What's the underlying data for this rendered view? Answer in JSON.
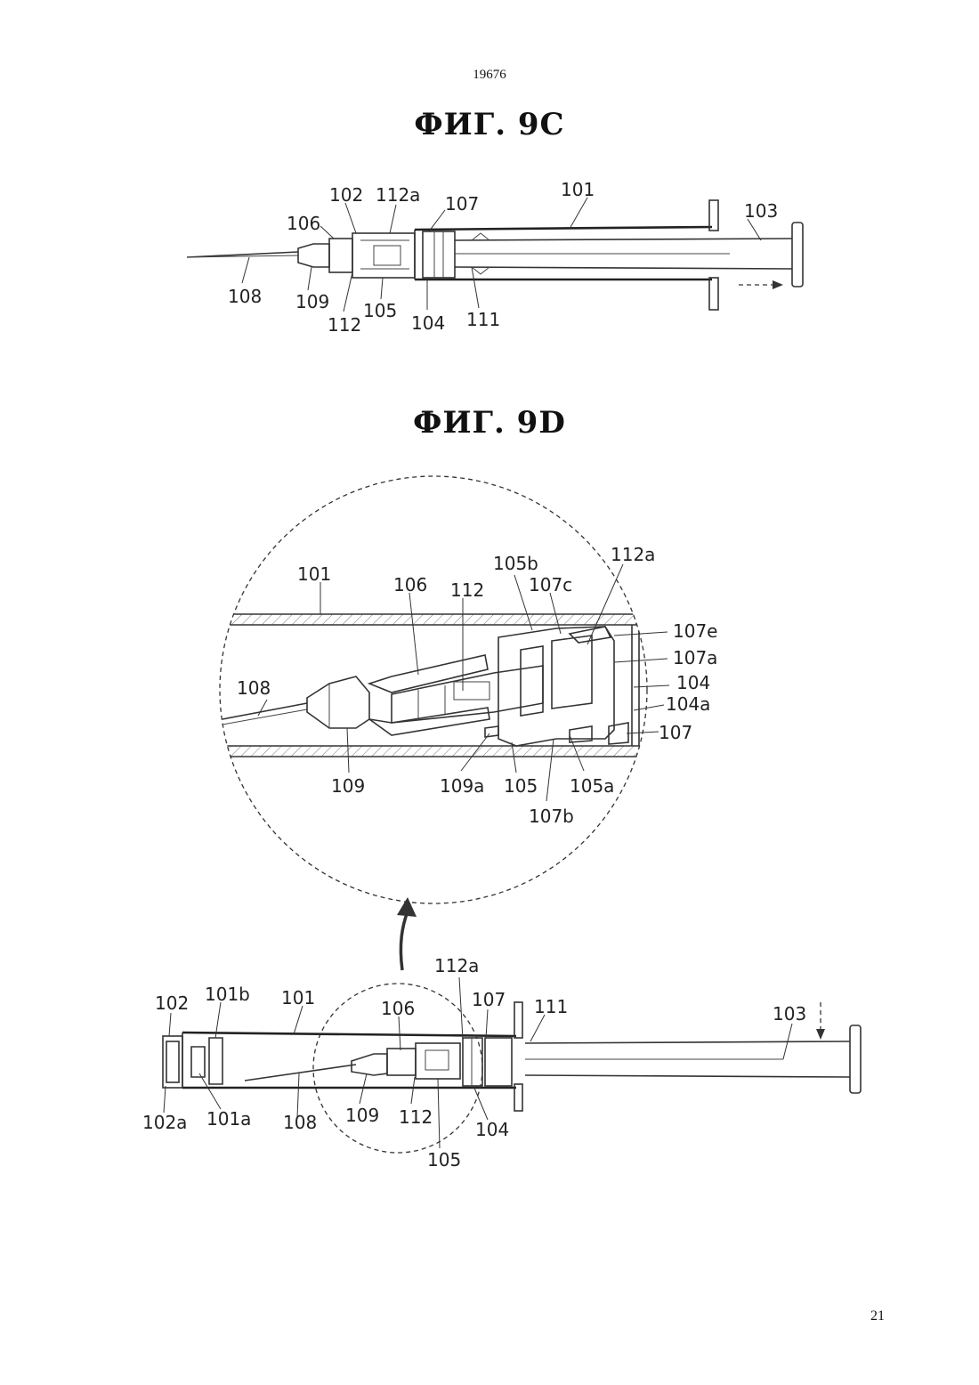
{
  "header": {
    "doc_number": "19676"
  },
  "footer": {
    "page_number": "21"
  },
  "figures": {
    "fig_9c": {
      "title": "ФИГ. 9C",
      "labels": [
        "102",
        "112a",
        "107",
        "101",
        "103",
        "106",
        "108",
        "109",
        "112",
        "105",
        "104",
        "111"
      ]
    },
    "fig_9d": {
      "title": "ФИГ. 9D",
      "detail_labels": [
        "101",
        "106",
        "112",
        "105b",
        "107c",
        "112a",
        "107e",
        "107a",
        "104",
        "104a",
        "107",
        "108",
        "109",
        "109a",
        "105",
        "105a",
        "107b"
      ],
      "overview_labels": [
        "112a",
        "102",
        "101b",
        "101",
        "106",
        "107",
        "111",
        "103",
        "102a",
        "101a",
        "108",
        "109",
        "112",
        "105",
        "104"
      ]
    }
  }
}
